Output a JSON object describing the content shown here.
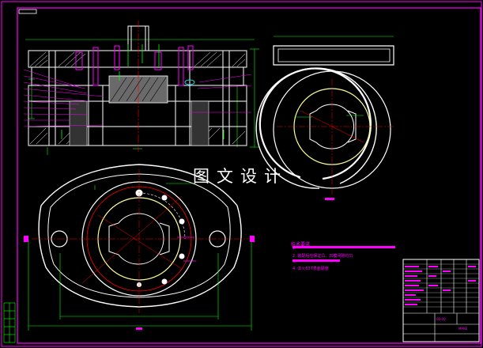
{
  "watermark": "图文设计",
  "requirements": {
    "title": "技术要求",
    "items": [
      "1.",
      "2. 装配后应保证凸、凹模间隙均匀",
      "3.",
      "4. 淬火63T表面硬度"
    ]
  },
  "title_block": {
    "drawing_no": "00-00",
    "material": "MAKE"
  },
  "colors": {
    "background": "#000000",
    "frame": "#ff00ff",
    "outline": "#ffffff",
    "dimension": "#00ff00",
    "centerline": "#ff0000",
    "annotation": "#ff00ff",
    "pitch_circle": "#ffff99"
  }
}
